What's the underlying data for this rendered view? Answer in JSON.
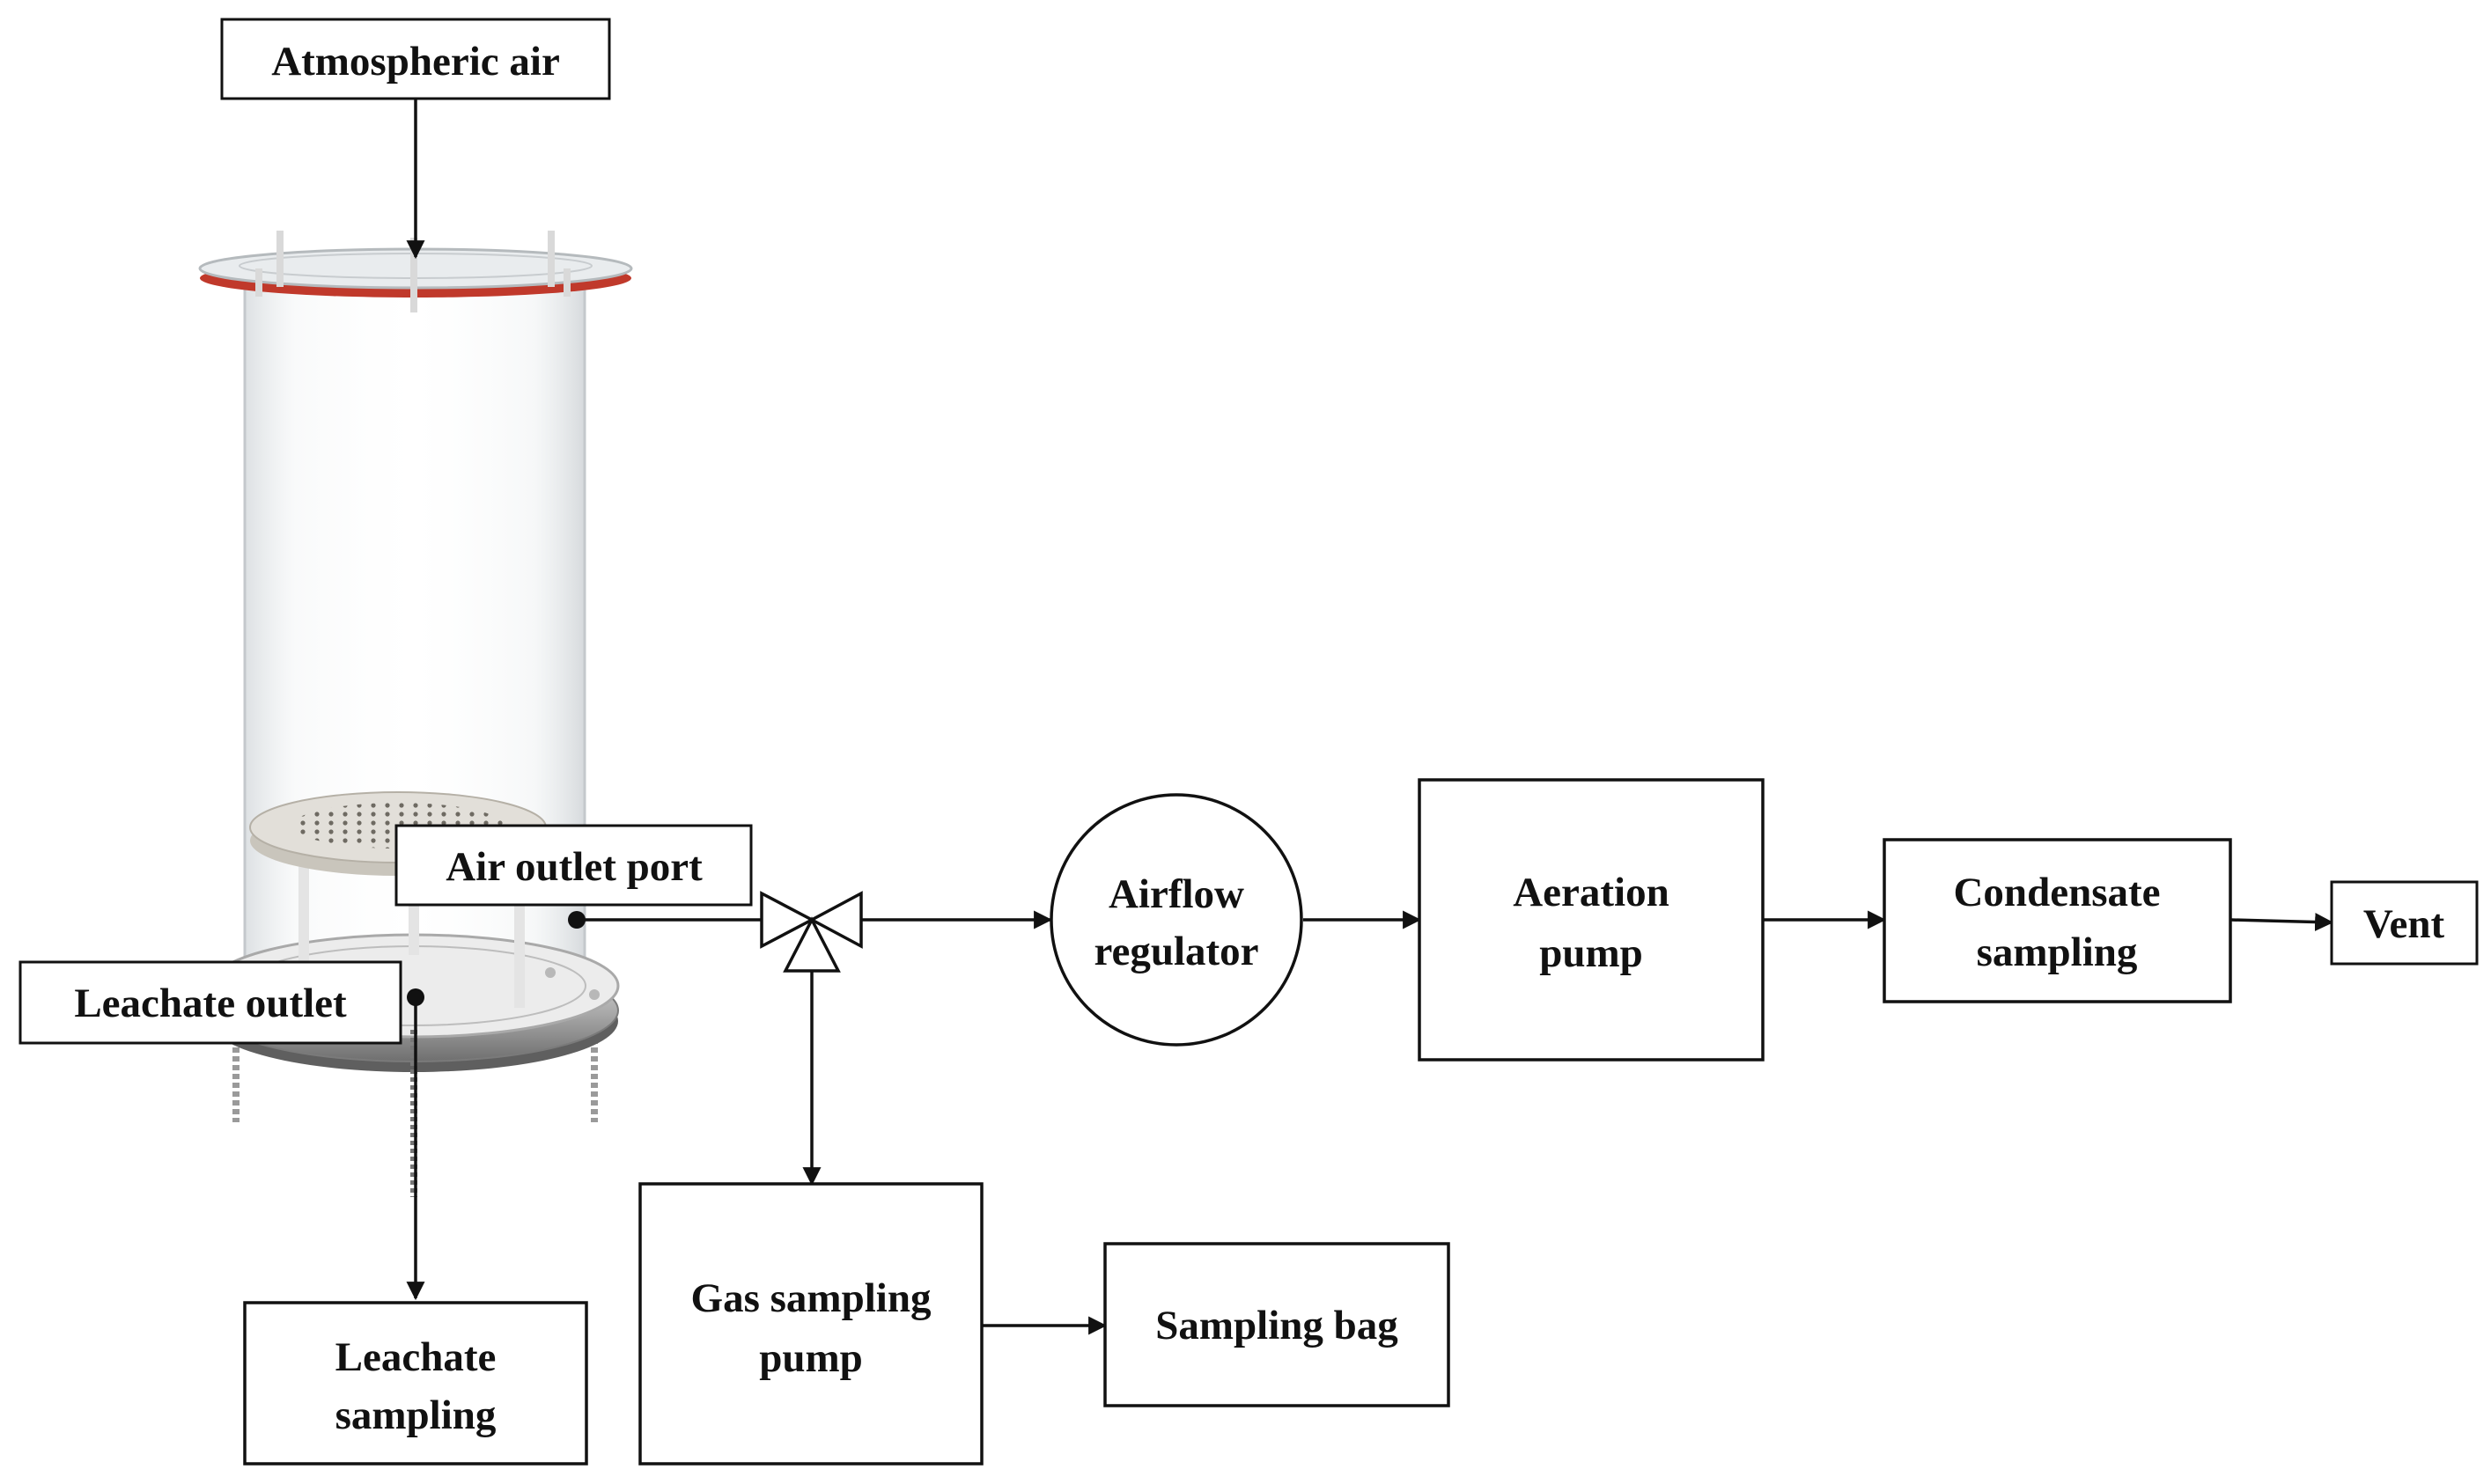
{
  "diagram": {
    "labels": {
      "atmospheric_air": "Atmospheric air",
      "air_outlet_port": "Air outlet port",
      "leachate_outlet": "Leachate outlet",
      "airflow_regulator_line1": "Airflow",
      "airflow_regulator_line2": "regulator",
      "aeration_pump_line1": "Aeration",
      "aeration_pump_line2": "pump",
      "condensate_sampling_line1": "Condensate",
      "condensate_sampling_line2": "sampling",
      "vent": "Vent",
      "gas_sampling_pump_line1": "Gas sampling",
      "gas_sampling_pump_line2": "pump",
      "sampling_bag": "Sampling bag",
      "leachate_sampling_line1": "Leachate",
      "leachate_sampling_line2": "sampling"
    },
    "colors": {
      "line": "#111111",
      "lid_seal": "#c0392b",
      "cylinder_edge": "#c4c8cc",
      "plate": "#d6d3cc",
      "base": "#8a8a8a"
    }
  }
}
